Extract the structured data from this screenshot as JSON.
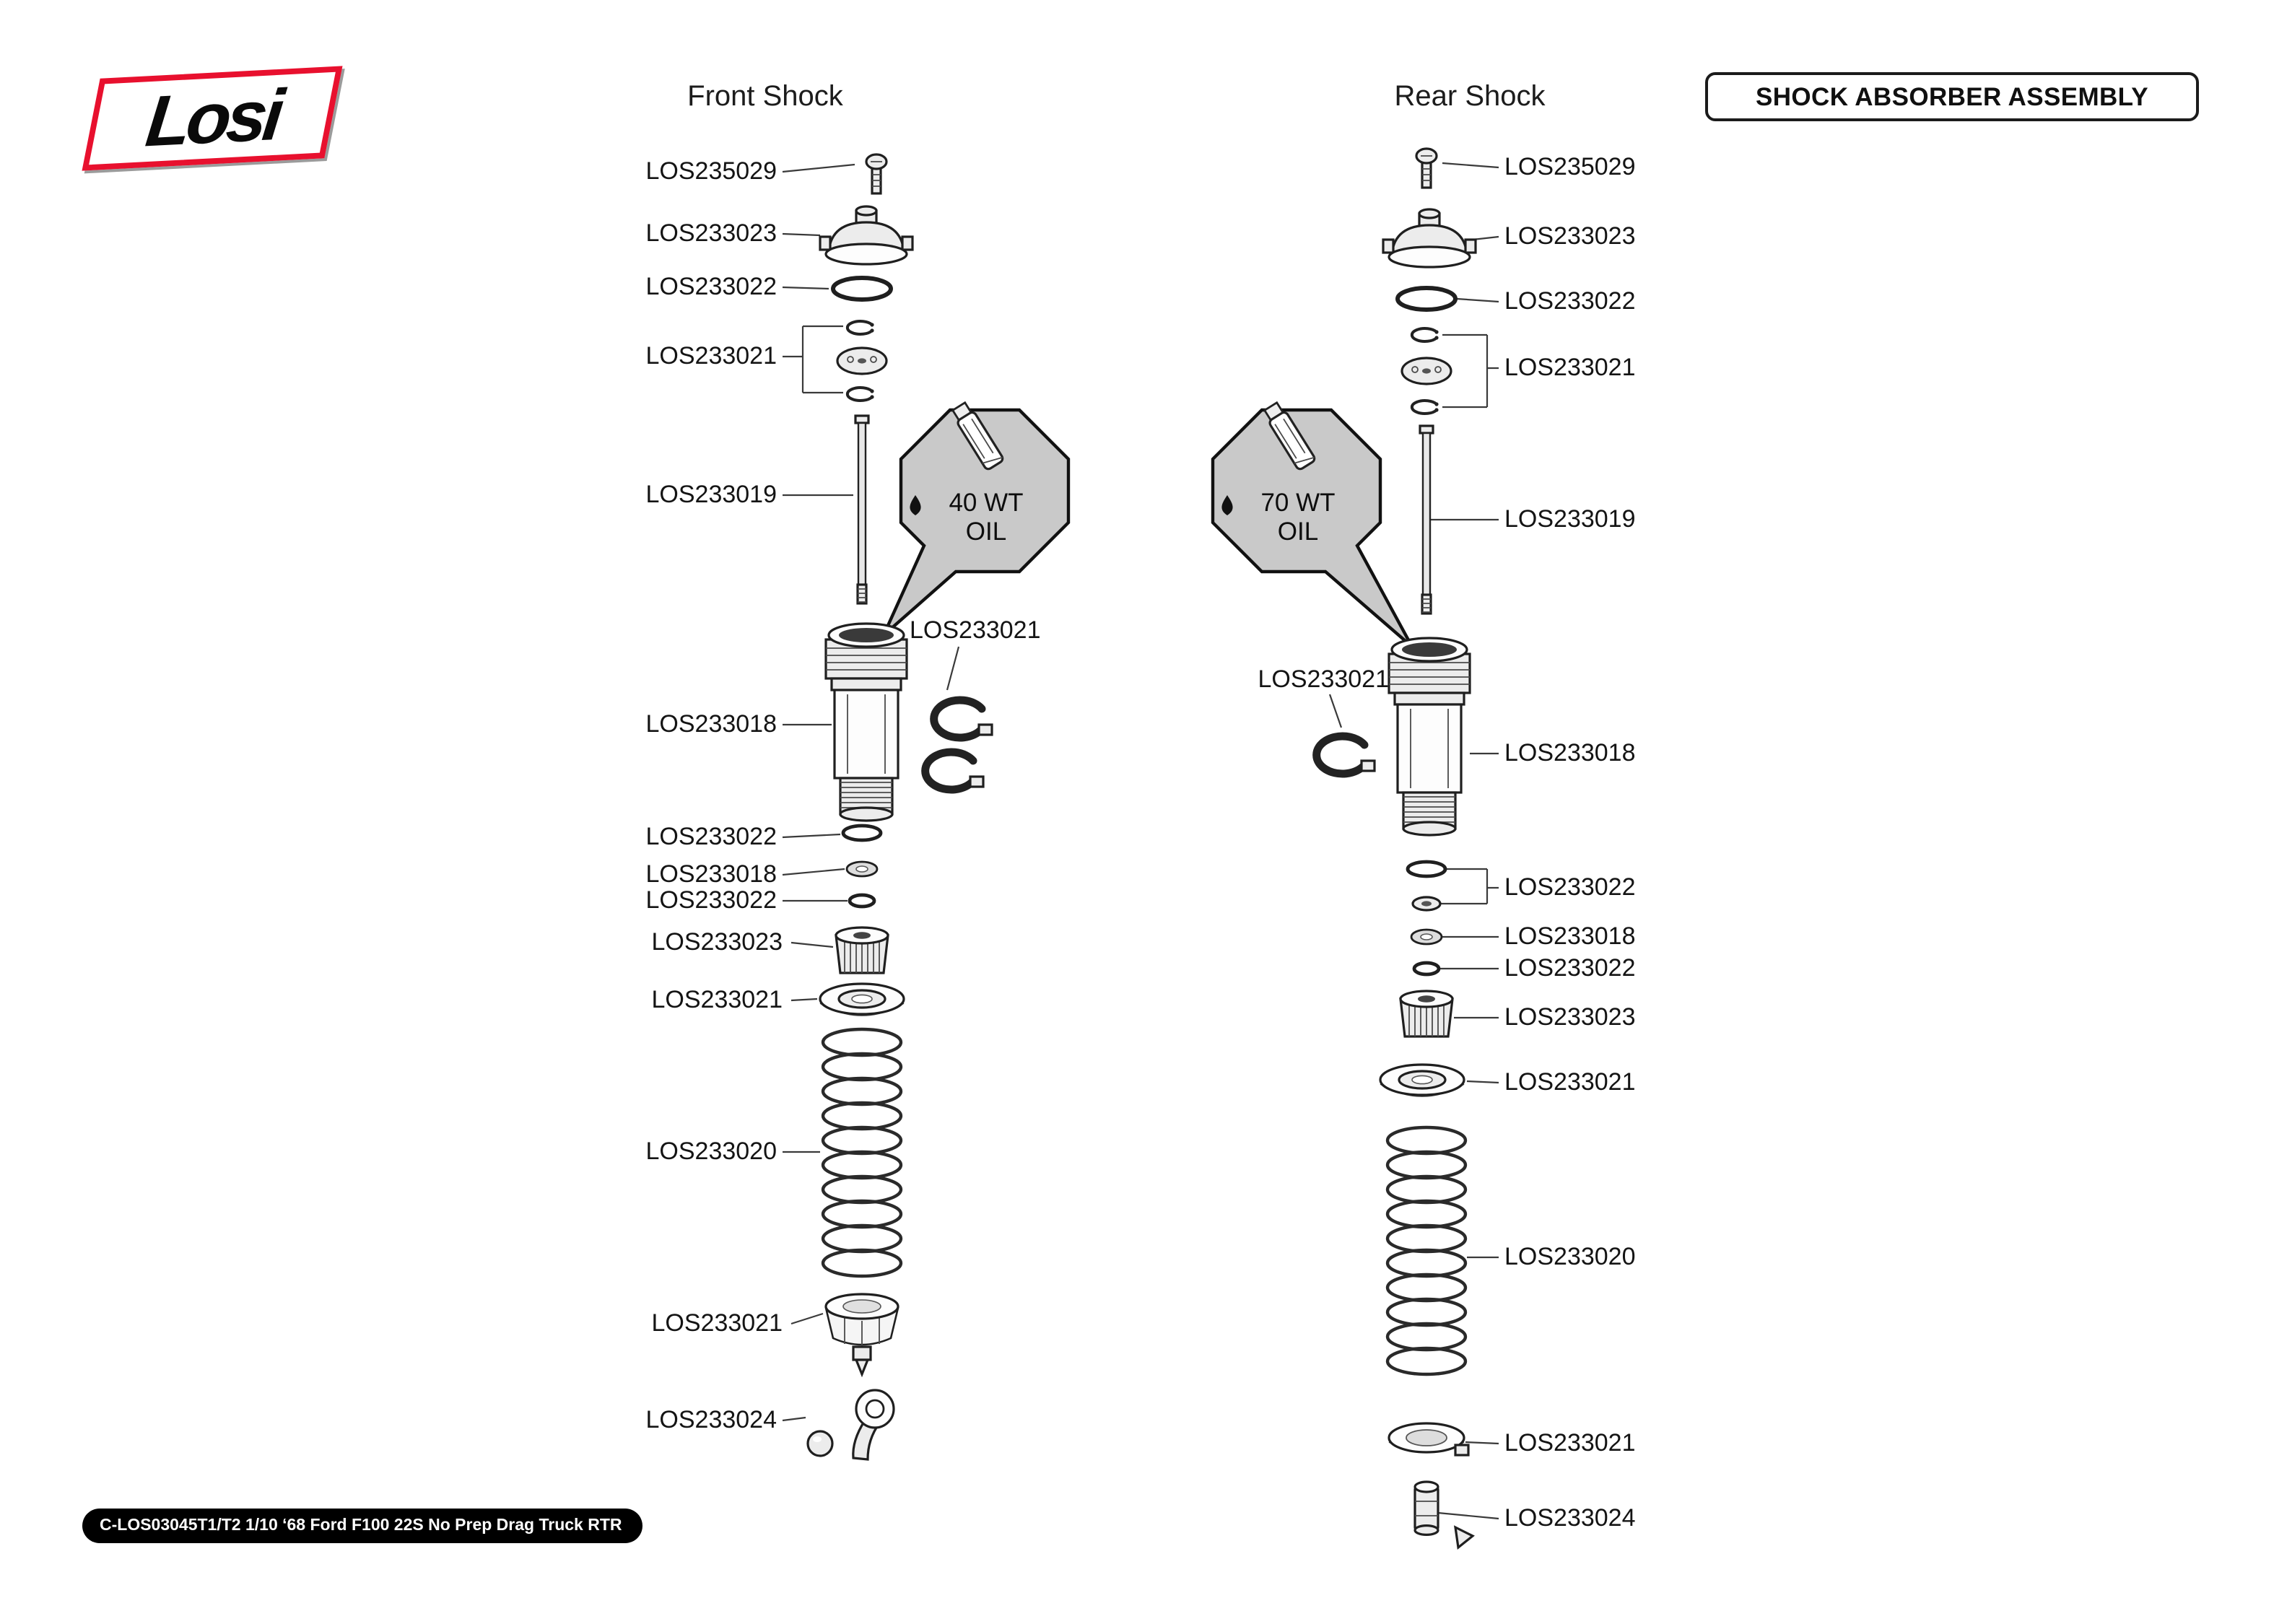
{
  "header": {
    "logo_text": "Losi",
    "assembly_title": "SHOCK ABSORBER ASSEMBLY"
  },
  "front": {
    "title": "Front Shock",
    "oil": {
      "line1": "40 WT",
      "line2": "OIL"
    },
    "labels": [
      "LOS235029",
      "LOS233023",
      "LOS233022",
      "LOS233021",
      "LOS233019",
      "LOS233021",
      "LOS233018",
      "LOS233022",
      "LOS233018",
      "LOS233022",
      "LOS233023",
      "LOS233021",
      "LOS233020",
      "LOS233021",
      "LOS233024"
    ]
  },
  "rear": {
    "title": "Rear Shock",
    "oil": {
      "line1": "70 WT",
      "line2": "OIL"
    },
    "labels": [
      "LOS235029",
      "LOS233023",
      "LOS233022",
      "LOS233021",
      "LOS233019",
      "LOS233021",
      "LOS233018",
      "LOS233022",
      "LOS233018",
      "LOS233022",
      "LOS233023",
      "LOS233021",
      "LOS233020",
      "LOS233021",
      "LOS233024"
    ]
  },
  "footer": {
    "text": "C-LOS03045T1/T2 1/10 ‘68 Ford F100 22S No Prep Drag Truck RTR"
  }
}
